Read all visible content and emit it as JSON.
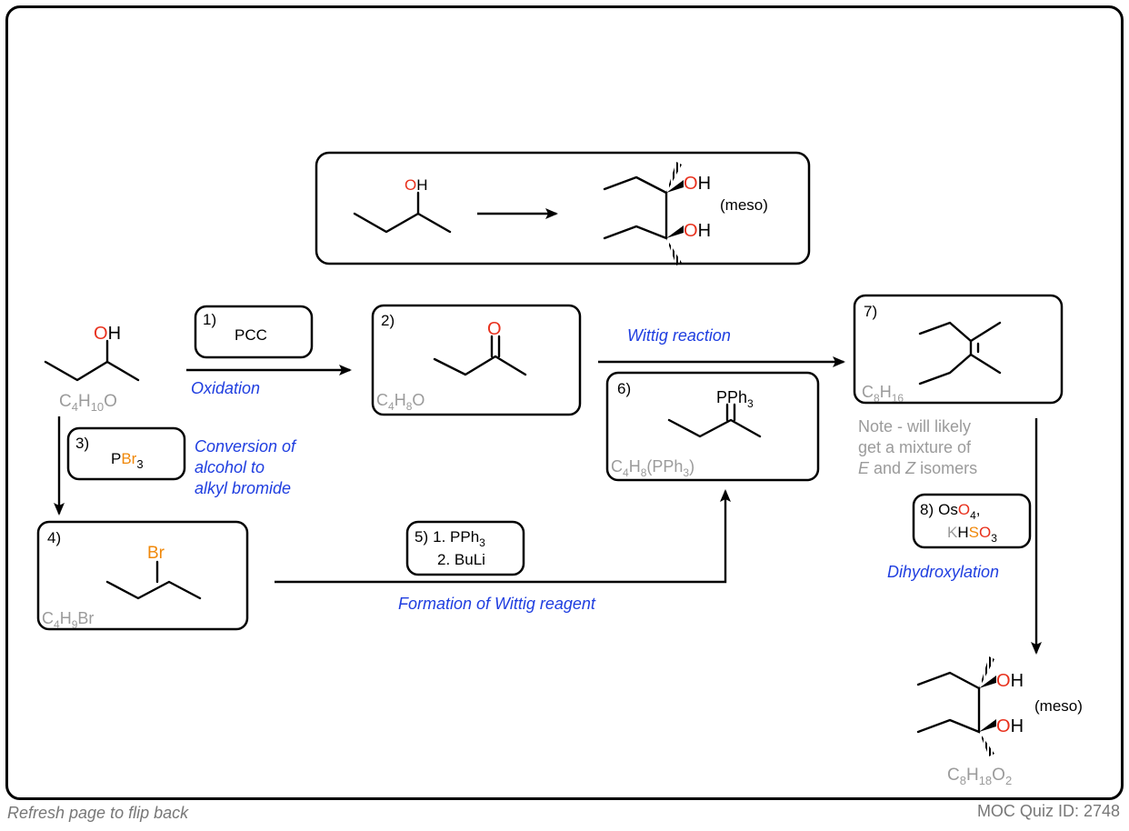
{
  "summary": {
    "oh": [
      "O",
      "H"
    ],
    "meso": "(meso)"
  },
  "start": {
    "oh": [
      "O",
      "H"
    ],
    "formula": [
      "C",
      "4",
      "H",
      "10",
      "O"
    ]
  },
  "step1": {
    "num": "1)",
    "reagent": "PCC",
    "label": "Oxidation"
  },
  "step2": {
    "num": "2)",
    "o": "O",
    "formula": [
      "C",
      "4",
      "H",
      "8",
      "O"
    ]
  },
  "step3": {
    "num": "3)",
    "reagent": [
      "P",
      "Br",
      "3"
    ],
    "label": [
      "Conversion of",
      "alcohol to",
      "alkyl bromide"
    ]
  },
  "step4": {
    "num": "4)",
    "br": "Br",
    "formula": [
      "C",
      "4",
      "H",
      "9",
      "Br"
    ]
  },
  "step5": {
    "num": "5)",
    "line1": [
      "1. PPh",
      "3"
    ],
    "line2": "2. BuLi",
    "label": "Formation of Wittig reagent"
  },
  "step6": {
    "num": "6)",
    "pph3": [
      "PPh",
      "3"
    ],
    "formula": [
      "C",
      "4",
      "H",
      "8",
      "(PPh",
      "3",
      ")"
    ]
  },
  "wittig": {
    "label": "Wittig reaction"
  },
  "step7": {
    "num": "7)",
    "formula": [
      "C",
      "8",
      "H",
      "16"
    ],
    "note": [
      "Note - will likely",
      "get a mixture of",
      "E",
      " and ",
      "Z",
      " isomers"
    ]
  },
  "step8": {
    "num": "8)",
    "line1": [
      "Os",
      "O",
      "4",
      ","
    ],
    "line2": [
      "K",
      "H",
      "S",
      "O",
      "3"
    ],
    "label": "Dihydroxylation"
  },
  "product": {
    "oh": [
      "O",
      "H"
    ],
    "meso": "(meso)",
    "formula": [
      "C",
      "8",
      "H",
      "18",
      "O",
      "2"
    ]
  },
  "footer": {
    "left": "Refresh page to flip back",
    "right": "MOC Quiz ID: 2748"
  }
}
